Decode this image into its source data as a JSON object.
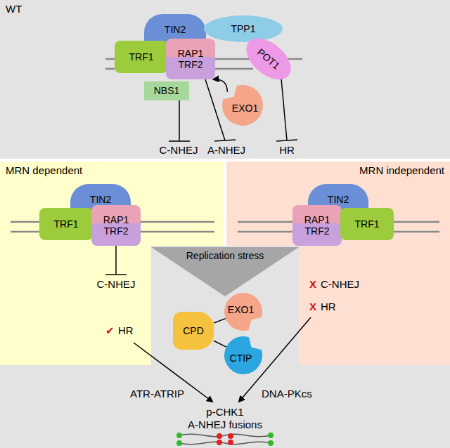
{
  "diagram": {
    "nodes": [
      {
        "text": [
          "WT"
        ]
      },
      {
        "text": [
          "TIN2"
        ],
        "in": 0
      },
      {
        "text": [
          "TPP1"
        ],
        "in": 0
      },
      {
        "text": [
          "TRF1"
        ],
        "in": 0
      },
      {
        "text": [
          "RAP1 TRF2"
        ],
        "in": 0
      },
      {
        "text": [
          "POT1"
        ],
        "in": 0
      },
      {
        "text": [
          "NBS1"
        ],
        "in": 0
      },
      {
        "text": [
          "EXO1"
        ],
        "in": 0
      },
      {
        "text": [
          "MRN dependent"
        ]
      },
      {
        "text": [
          "TIN2"
        ],
        "in": 8
      },
      {
        "text": [
          "TRF1"
        ],
        "in": 8
      },
      {
        "text": [
          "RAP1 TRF2"
        ],
        "in": 8
      },
      {
        "text": [
          "MRN independent"
        ]
      },
      {
        "text": [
          "TIN2"
        ],
        "in": 12
      },
      {
        "text": [
          "RAP1 TRF2"
        ],
        "in": 12
      },
      {
        "text": [
          "TRF1"
        ],
        "in": 12
      },
      {
        "text": [
          "Replication stress"
        ]
      },
      {
        "text": [
          "EXO1"
        ]
      },
      {
        "text": [
          "CPD"
        ]
      },
      {
        "text": [
          "CTIP"
        ]
      }
    ],
    "edges": [
      {
        "from": 7,
        "to": 4,
        "arrow": "to"
      },
      {
        "from": 18,
        "to": 17,
        "arrow": "none"
      },
      {
        "from": 18,
        "to": 19,
        "arrow": "none"
      }
    ],
    "labels": [
      "C-NHEJ",
      "A-NHEJ",
      "HR",
      "C-NHEJ",
      "✔",
      "HR",
      "X",
      "C-NHEJ",
      "X",
      "HR",
      "ATR-ATRIP",
      "DNA-PKcs",
      "p-CHK1",
      "A-NHEJ fusions"
    ]
  }
}
